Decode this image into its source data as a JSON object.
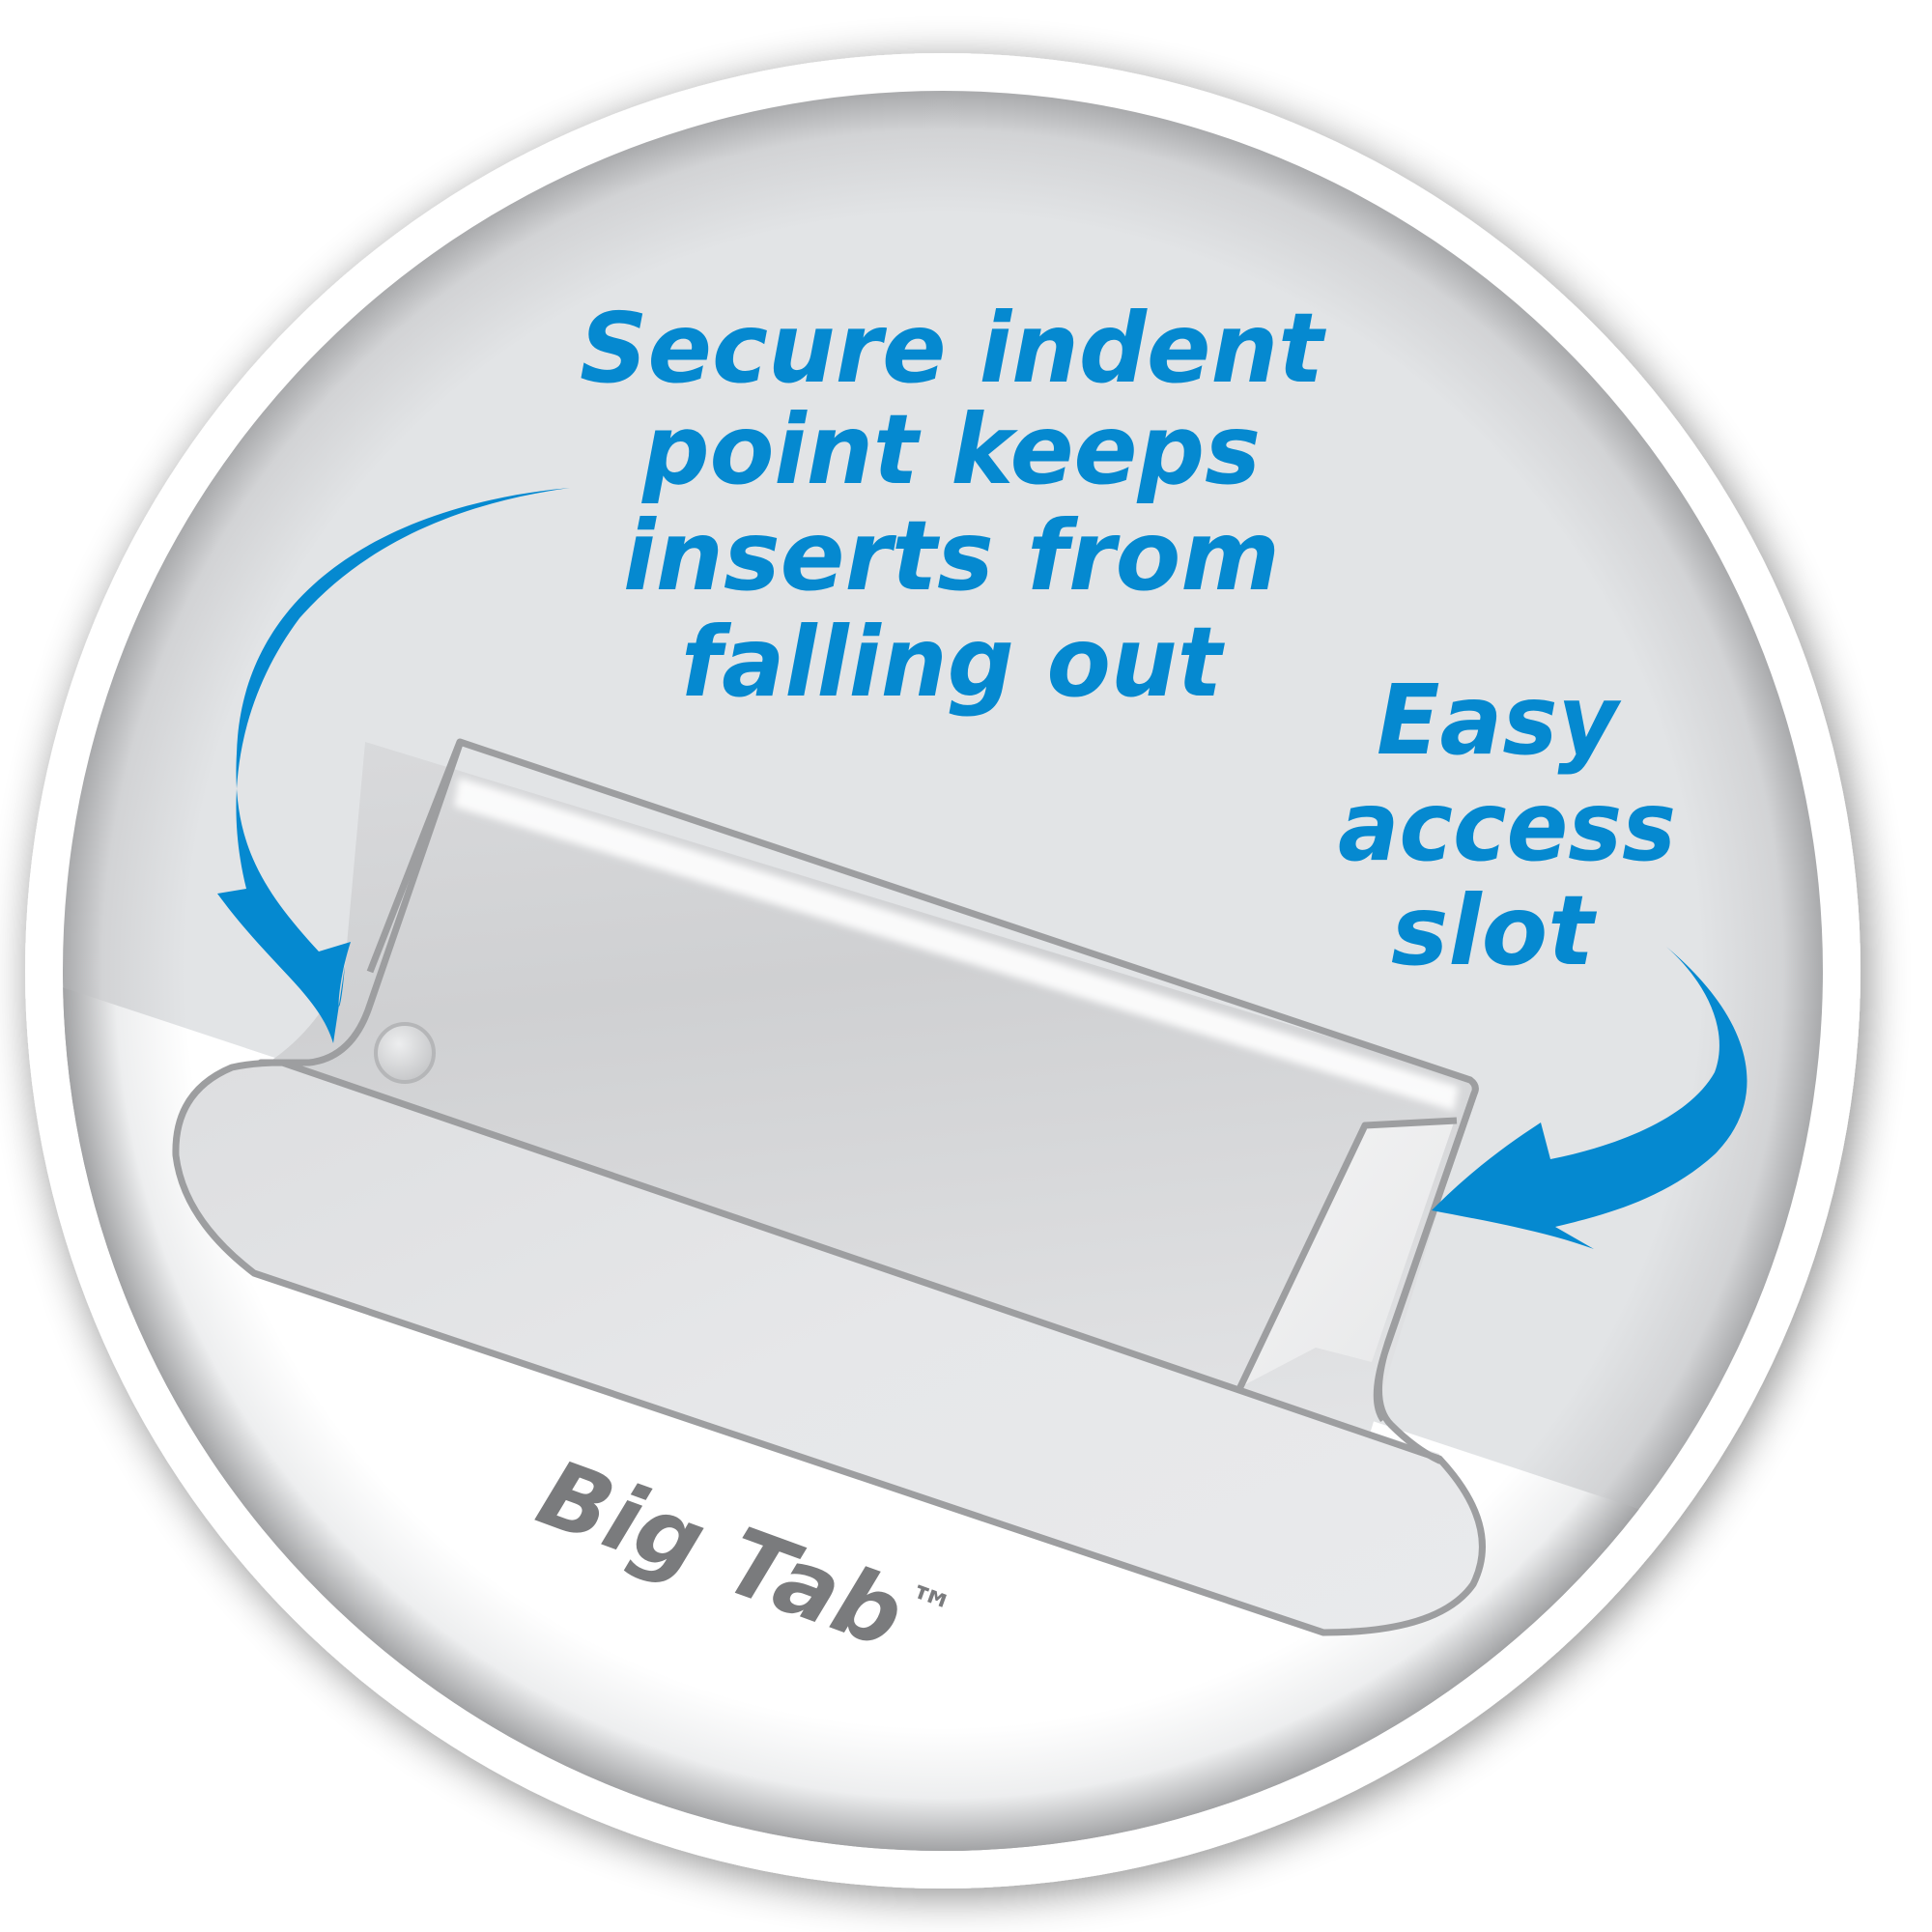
{
  "figure": {
    "type": "product-feature-callout",
    "subject": "hanging folder tab",
    "colors": {
      "accent_blue": "#0589D0",
      "disc_gray": "#E2E4E6",
      "outline_gray": "#9D9EA0",
      "brand_text_gray": "#7A7B7D",
      "background": "#FFFFFF"
    }
  },
  "callouts": {
    "indent": {
      "lines": [
        "Secure indent",
        "point keeps",
        "inserts from",
        "falling out"
      ],
      "arrow_icon": "curved-arrow-down-left"
    },
    "slot": {
      "lines": [
        "Easy",
        "access",
        "slot"
      ],
      "arrow_icon": "curved-arrow-left"
    }
  },
  "brand": {
    "name": "Big Tab",
    "trademark": "™"
  }
}
